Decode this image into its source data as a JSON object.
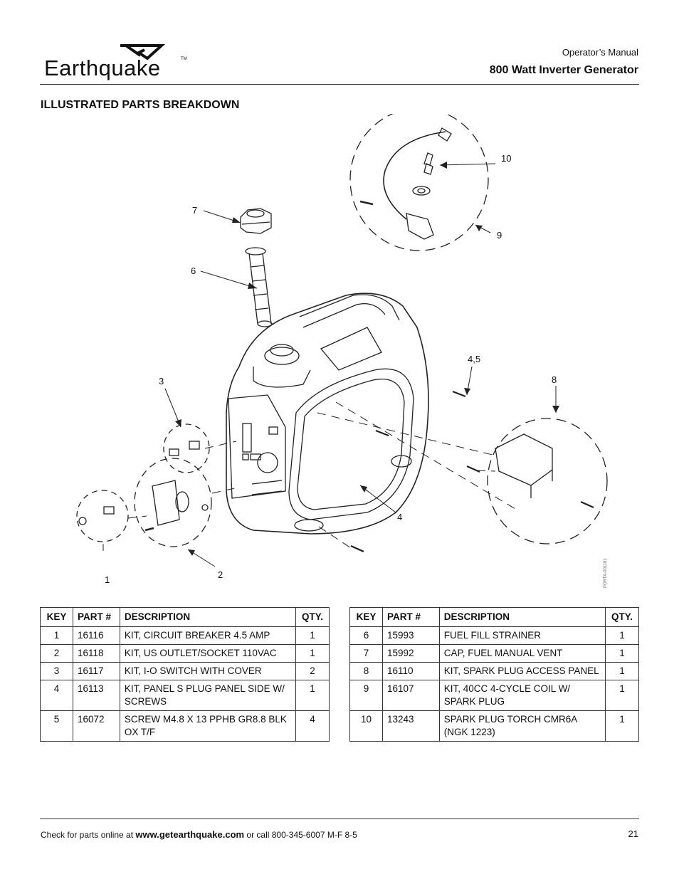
{
  "brand": {
    "name": "Earthquake",
    "trademark": "TM"
  },
  "header": {
    "manual": "Operator’s Manual",
    "product": "800 Watt Inverter Generator"
  },
  "section_title": "ILLUSTRATED PARTS BREAKDOWN",
  "figure": {
    "code": "PORTA-001181",
    "callouts": [
      "10",
      "9",
      "7",
      "6",
      "4,5",
      "8",
      "3",
      "4",
      "1",
      "2"
    ]
  },
  "table_headers": {
    "key": "KEY",
    "part": "PART #",
    "desc": "DESCRIPTION",
    "qty": "QTY."
  },
  "parts_left": [
    {
      "key": "1",
      "part": "16116",
      "desc": "KIT, CIRCUIT BREAKER 4.5 AMP",
      "qty": "1"
    },
    {
      "key": "2",
      "part": "16118",
      "desc": "KIT, US OUTLET/SOCKET 110VAC",
      "qty": "1"
    },
    {
      "key": "3",
      "part": "16117",
      "desc": "KIT, I-O SWITCH WITH COVER",
      "qty": "2"
    },
    {
      "key": "4",
      "part": "16113",
      "desc": "KIT, PANEL S PLUG PANEL SIDE W/ SCREWS",
      "qty": "1"
    },
    {
      "key": "5",
      "part": "16072",
      "desc": "SCREW M4.8 X 13 PPHB GR8.8 BLK OX T/F",
      "qty": "4"
    }
  ],
  "parts_right": [
    {
      "key": "6",
      "part": "15993",
      "desc": "FUEL FILL STRAINER",
      "qty": "1"
    },
    {
      "key": "7",
      "part": "15992",
      "desc": "CAP, FUEL MANUAL VENT",
      "qty": "1"
    },
    {
      "key": "8",
      "part": "16110",
      "desc": "KIT, SPARK PLUG ACCESS PANEL",
      "qty": "1"
    },
    {
      "key": "9",
      "part": "16107",
      "desc": "KIT, 40CC 4-CYCLE COIL W/ SPARK PLUG",
      "qty": "1"
    },
    {
      "key": "10",
      "part": "13243",
      "desc": "SPARK PLUG TORCH CMR6A (NGK 1223)",
      "qty": "1"
    }
  ],
  "footer": {
    "prefix": "Check for parts online at ",
    "url": "www.getearthquake.com",
    "suffix": " or call 800-345-6007 M-F 8-5",
    "page": "21"
  }
}
